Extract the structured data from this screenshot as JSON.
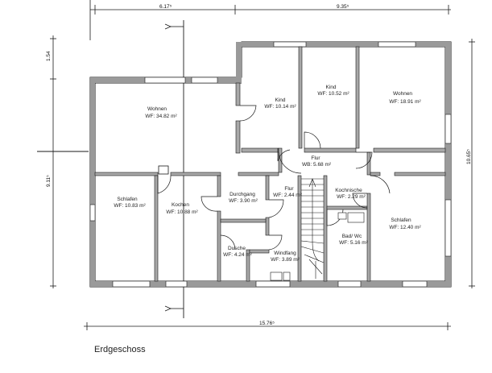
{
  "title": "Erdgeschoss",
  "rooms": [
    {
      "id": "wohnen-left",
      "name": "Wohnen",
      "area": "WF: 34.82 m²"
    },
    {
      "id": "kind-1",
      "name": "Kind",
      "area": "WF: 10.14 m²"
    },
    {
      "id": "kind-2",
      "name": "Kind",
      "area": "WF: 10.52 m²"
    },
    {
      "id": "wohnen-right",
      "name": "Wohnen",
      "area": "WF: 18.91 m²"
    },
    {
      "id": "flur-upper",
      "name": "Flur",
      "area": "WB: 5.68 m²"
    },
    {
      "id": "schlafen-left",
      "name": "Schlafen",
      "area": "WF: 10.83 m²"
    },
    {
      "id": "kochen",
      "name": "Kochen",
      "area": "WF: 10.88 m²"
    },
    {
      "id": "durchgang",
      "name": "Durchgang",
      "area": "WF: 3.90 m²"
    },
    {
      "id": "flur-lower",
      "name": "Flur",
      "area": "WF: 2.44 m²"
    },
    {
      "id": "kochnische",
      "name": "Kochnische",
      "area": "WF: 2.29 m²"
    },
    {
      "id": "schlafen-right",
      "name": "Schlafen",
      "area": "WF: 12.40 m²"
    },
    {
      "id": "dusche",
      "name": "Dusche",
      "area": "WF: 4.24 m²"
    },
    {
      "id": "windfang",
      "name": "Windfang",
      "area": "WF: 3.89 m²"
    },
    {
      "id": "bad-wc",
      "name": "Bad/ Wc",
      "area": "WF: 5.16 m²"
    }
  ],
  "dimensions": {
    "top_left": "6.17⁵",
    "top_right": "9.35⁵",
    "left_upper": "1.54",
    "left_lower": "9.11⁵",
    "right": "10.65⁵",
    "bottom": "15.76⁵"
  },
  "colors": {
    "wall": "#777777",
    "line": "#1a1a1a",
    "background": "#ffffff"
  }
}
